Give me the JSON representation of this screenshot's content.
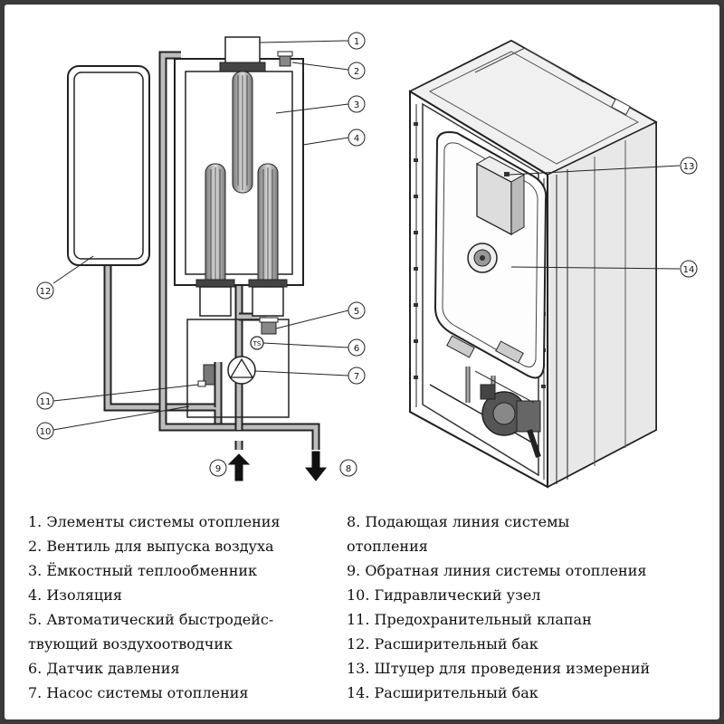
{
  "callouts": [
    "1",
    "2",
    "3",
    "4",
    "5",
    "6",
    "7",
    "8",
    "9",
    "10",
    "11",
    "12",
    "13",
    "14"
  ],
  "sensor_label": "TS",
  "legend_left": [
    "1. Элементы системы отопления",
    "2. Вентиль для выпуска воздуха",
    "3. Ёмкостный теплообменник",
    "4. Изоляция",
    "5. Автоматический быстродейс-",
    "твующий воздухоотводчик",
    "6. Датчик давления",
    "7. Насос системы отопления"
  ],
  "legend_right": [
    "8. Подающая линия системы",
    "отопления",
    "9. Обратная линия системы отопления",
    "10. Гидравлический узел",
    "11. Предохранительный клапан",
    "12. Расширительный бак",
    "13. Штуцер для проведения измерений",
    "14. Расширительный бак"
  ]
}
